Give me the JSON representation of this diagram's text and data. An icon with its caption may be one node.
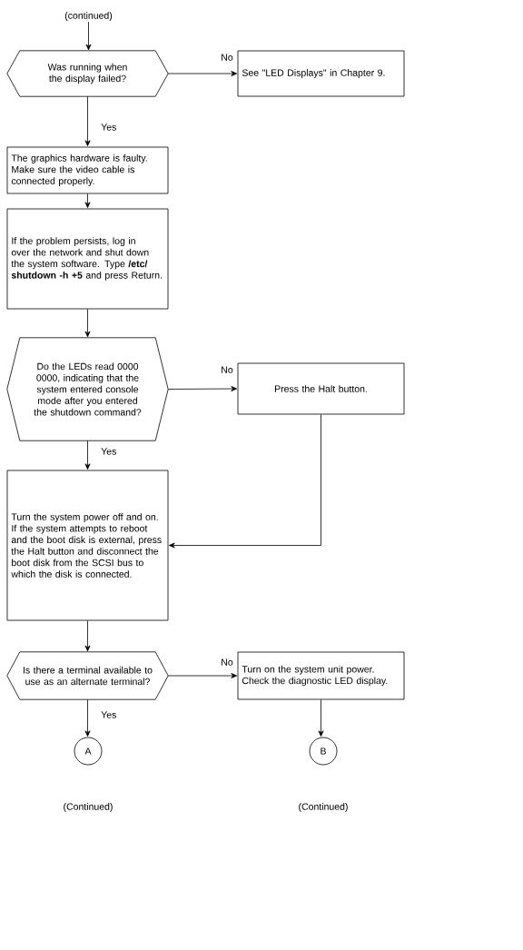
{
  "diagram": {
    "nodes": [
      {
        "text": [
          "(continued)"
        ]
      },
      {
        "text": [
          "Was running when the display failed?"
        ]
      },
      {
        "text": [
          "See \"LED Displays\" in Chapter 9."
        ]
      },
      {
        "text": [
          "The graphics hardware is faulty.  Make sure the video cable is connected properly."
        ]
      },
      {
        "text": [
          "If the problem persists, log in over the network and shut down the system software.  Type **/etc/ shutdown -h +5** and press Return."
        ]
      },
      {
        "text": [
          "Do the LEDs read 0000 0000, indicating that the system entered console mode after you entered the shutdown command?"
        ]
      },
      {
        "text": [
          "Press the Halt button."
        ]
      },
      {
        "text": [
          "Turn the system power off and on.  If the system attempts to reboot and the boot disk is external, press the Halt button and disconnect the boot disk from the SCSI bus to which the disk is connected."
        ]
      },
      {
        "text": [
          "Is there a  terminal available to use as an alternate terminal?"
        ]
      },
      {
        "text": [
          "Turn on the system unit power.  Check the diagnostic LED display."
        ]
      },
      {
        "text": [
          "A"
        ],
        "beside": [
          "(Continued)"
        ]
      },
      {
        "text": [
          "B"
        ],
        "beside": [
          "(Continued)"
        ]
      }
    ],
    "edges": [
      {
        "from": 0,
        "to": 1,
        "arrow": "to"
      },
      {
        "from": 1,
        "to": 2,
        "arrow": "to",
        "label": "No"
      },
      {
        "from": 1,
        "to": 3,
        "arrow": "to",
        "label": "Yes"
      },
      {
        "from": 3,
        "to": 4,
        "arrow": "to"
      },
      {
        "from": 4,
        "to": 5,
        "arrow": "to"
      },
      {
        "from": 5,
        "to": 6,
        "arrow": "to",
        "label": "No"
      },
      {
        "from": 5,
        "to": 7,
        "arrow": "to",
        "label": "Yes"
      },
      {
        "from": 6,
        "to": 7,
        "arrow": "to"
      },
      {
        "from": 7,
        "to": 8,
        "arrow": "to"
      },
      {
        "from": 8,
        "to": 9,
        "arrow": "to",
        "label": "No"
      },
      {
        "from": 8,
        "to": 10,
        "arrow": "to",
        "label": "Yes"
      },
      {
        "from": 9,
        "to": 11,
        "arrow": "to"
      }
    ]
  }
}
